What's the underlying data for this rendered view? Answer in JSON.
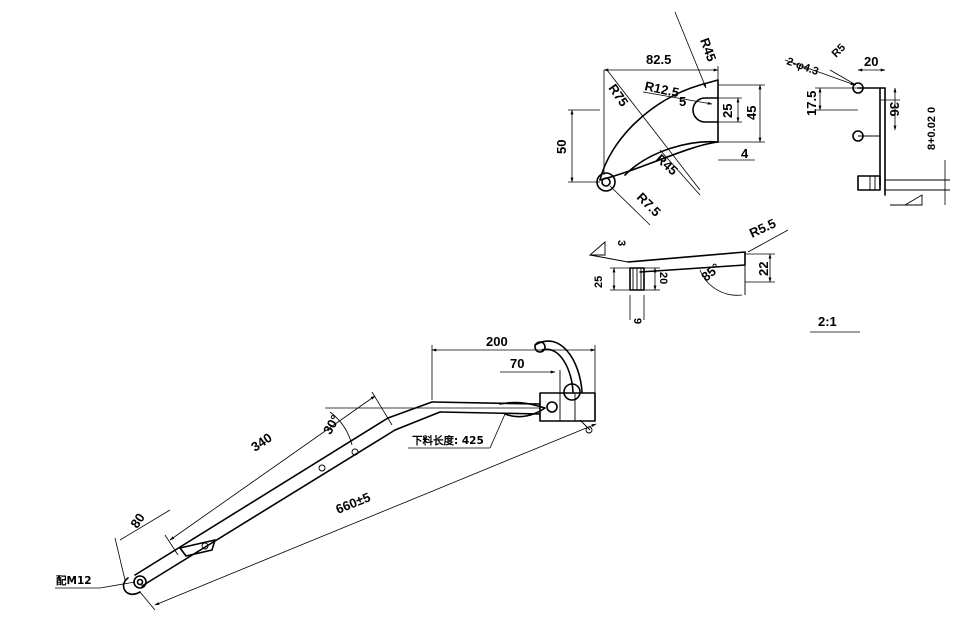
{
  "labels": {
    "r45_top": "R45",
    "d82_5": "82.5",
    "r75": "R75",
    "r12_5": "R12.5",
    "d5": "5",
    "d25_a": "25",
    "d45": "45",
    "d50": "50",
    "d4": "4",
    "r45_mid": "R45",
    "r7_5": "R7.5",
    "hole_spec": "2-φ4.3",
    "r5": "R5",
    "d20_top": "20",
    "d17_5": "17.5",
    "d36": "36",
    "tol": "8+0.02 0",
    "d3": "3",
    "d25_b": "25",
    "d20_side": "20",
    "d9": "9",
    "r5_5": "R5.5",
    "a85": "85°",
    "d22": "22",
    "scale": "2:1",
    "d200": "200",
    "d70": "70",
    "d340": "340",
    "a30": "30°",
    "cut_len": "下料长度: 425",
    "d80": "80",
    "d660": "660±5",
    "m12": "配M12"
  }
}
